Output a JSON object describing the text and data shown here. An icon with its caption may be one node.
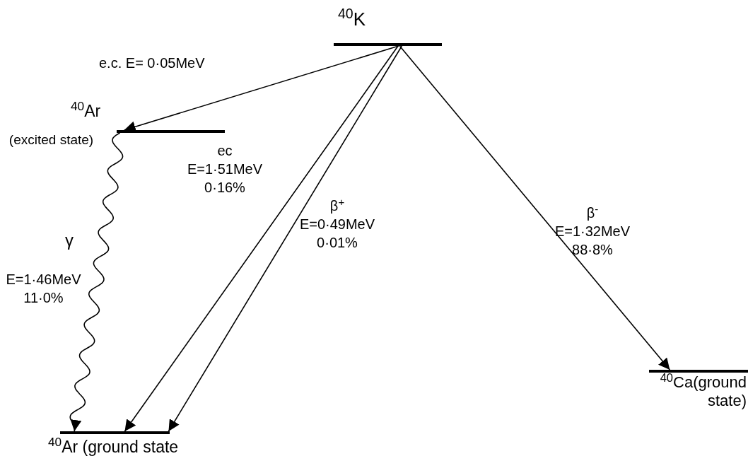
{
  "diagram": {
    "nodes": [
      {
        "text": [
          "$^{40}$K"
        ]
      },
      {
        "text": [
          "$^{40}$Ar",
          "(excited state)"
        ]
      },
      {
        "text": [
          "$^{40}$Ar (ground state"
        ]
      },
      {
        "text": [
          "$^{40}$Ca(ground state)"
        ]
      }
    ],
    "edges": [
      {
        "from": 0,
        "to": 1,
        "arrow": "to",
        "label": "e.c. E= 0·05MeV"
      },
      {
        "from": 1,
        "to": 2,
        "arrow": "to",
        "label": "E=1·46MeV 11·0%"
      },
      {
        "from": 0,
        "to": 2,
        "arrow": "to",
        "label": "ec E=1·51MeV 0·16%"
      },
      {
        "from": 0,
        "to": 2,
        "arrow": "to",
        "label": "β$^{+}$ E=0·49MeV 0·01%"
      },
      {
        "from": 0,
        "to": 3,
        "arrow": "to",
        "label": "β$^{-}$ E=1·32MeV 88·8%"
      }
    ],
    "labels": [
      "γ"
    ]
  }
}
